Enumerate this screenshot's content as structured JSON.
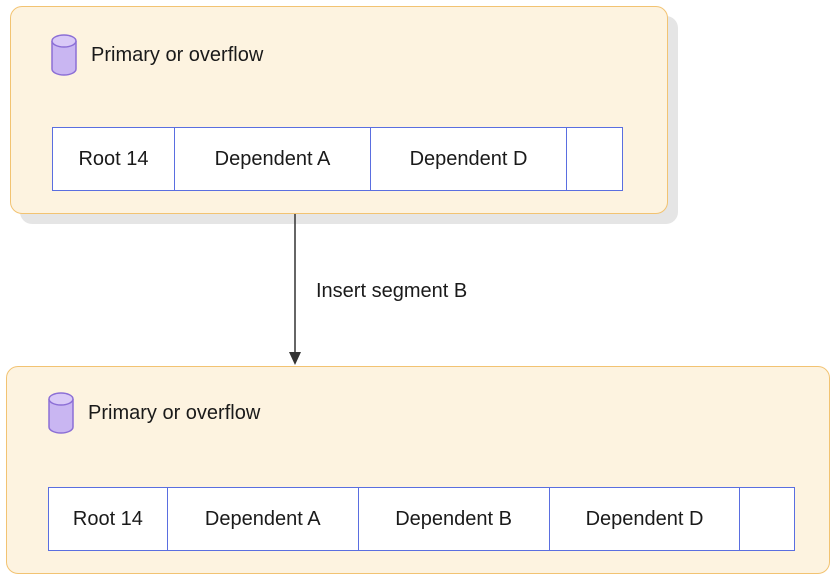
{
  "top_group": {
    "title": "Primary or overflow",
    "icon": "database-icon",
    "segments": [
      "Root 14",
      "Dependent A",
      "Dependent D",
      ""
    ]
  },
  "transition": {
    "label": "Insert segment B"
  },
  "bottom_group": {
    "title": "Primary or overflow",
    "icon": "database-icon",
    "segments": [
      "Root 14",
      "Dependent A",
      "Dependent B",
      "Dependent D",
      ""
    ]
  },
  "colors": {
    "panel_fill": "#fdf3e0",
    "panel_border": "#f2c372",
    "segment_border": "#5a6ee0",
    "icon_fill": "#c9b6f2",
    "icon_stroke": "#8c6fd6",
    "arrow": "#333333"
  }
}
